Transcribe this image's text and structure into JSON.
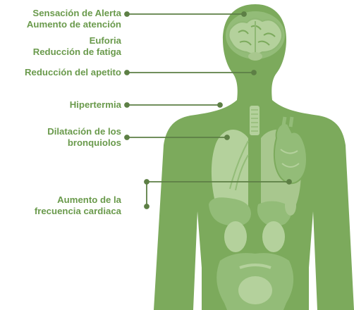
{
  "colors": {
    "label": "#6a9a4c",
    "silhouette": "#7caa5c",
    "organ_light": "#b4d19c",
    "organ_mid": "#93bc78",
    "leader_line": "#5d7f45"
  },
  "labels": {
    "alerta": "Sensación de Alerta",
    "atencion": "Aumento de atención",
    "euforia": "Euforia",
    "fatiga": "Reducción de fatiga",
    "apetito": "Reducción del apetito",
    "hipertermia": "Hipertermia",
    "bronquiolos_1": "Dilatación de los",
    "bronquiolos_2": "bronquiolos",
    "cardiaca_1": "Aumento de la",
    "cardiaca_2": "frecuencia cardiaca"
  }
}
